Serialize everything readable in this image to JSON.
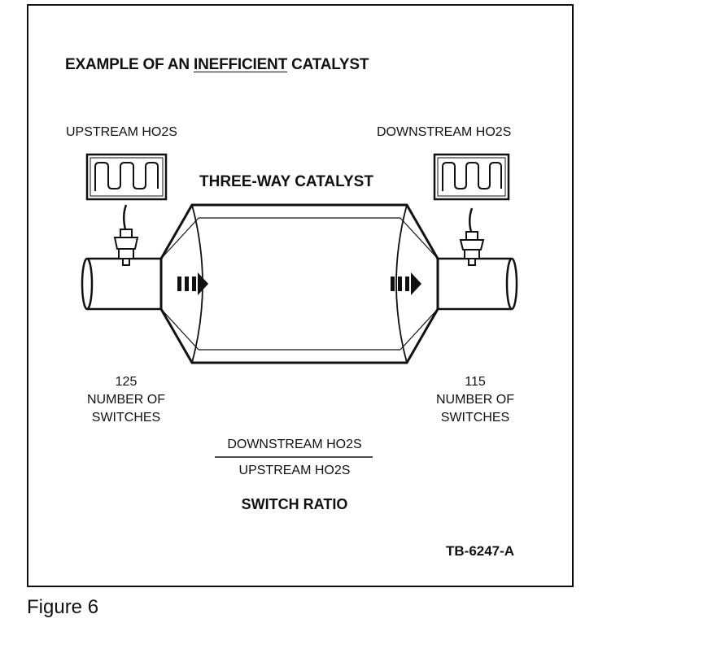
{
  "title": {
    "prefix": "EXAMPLE OF AN ",
    "emphasis": "INEFFICIENT",
    "suffix": " CATALYST"
  },
  "upstream_sensor": {
    "label": "UPSTREAM HO2S",
    "switch_count": "125",
    "count_label_line1": "NUMBER OF",
    "count_label_line2": "SWITCHES"
  },
  "downstream_sensor": {
    "label": "DOWNSTREAM HO2S",
    "switch_count": "115",
    "count_label_line1": "NUMBER OF",
    "count_label_line2": "SWITCHES"
  },
  "catalyst_label": "THREE-WAY CATALYST",
  "ratio": {
    "numerator": "DOWNSTREAM HO2S",
    "denominator": "UPSTREAM HO2S",
    "label": "SWITCH RATIO"
  },
  "figure_code": "TB-6247-A",
  "caption": "Figure 6"
}
